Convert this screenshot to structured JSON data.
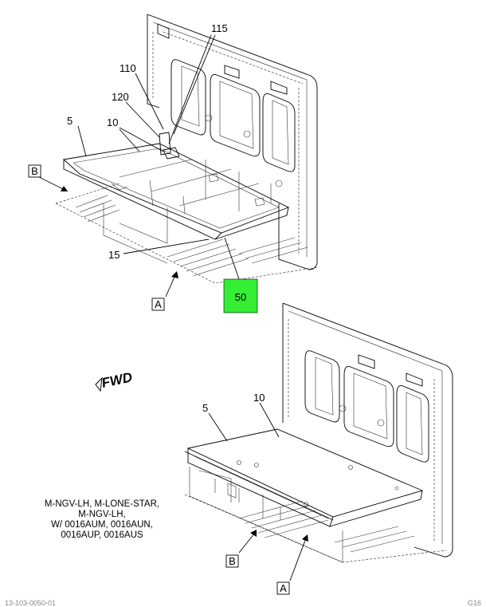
{
  "callouts": {
    "top_115": "115",
    "top_110": "110",
    "top_120": "120",
    "top_5": "5",
    "top_10": "10",
    "top_15": "15",
    "top_50": "50",
    "bottom_5": "5",
    "bottom_10": "10"
  },
  "view_labels": {
    "top_b": "B",
    "top_a": "A",
    "bottom_b": "B",
    "bottom_a": "A"
  },
  "fwd_label": "FWD",
  "applicability": [
    "M-NGV-LH, M-LONE-STAR,",
    "M-NGV-LH,",
    "W/ 0016AUM, 0016AUN,",
    "0016AUP, 0016AUS"
  ],
  "footer": {
    "left": "13-103-0050-01",
    "right": "G16"
  },
  "colors": {
    "highlight": "#33ee33",
    "line": "#000000"
  }
}
